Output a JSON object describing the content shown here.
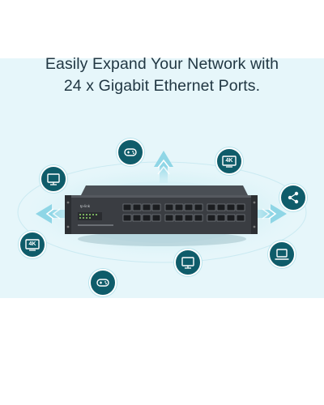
{
  "headline": {
    "line1": "Easily Expand Your Network with",
    "line2": "24 x Gigabit Ethernet Ports."
  },
  "switch_label": "tp-link",
  "device_icons": [
    {
      "name": "gamepad-icon"
    },
    {
      "name": "monitor-icon"
    },
    {
      "name": "tv-4k-icon",
      "text": "4K"
    },
    {
      "name": "share-icon"
    },
    {
      "name": "tv-4k-icon",
      "text": "4K"
    },
    {
      "name": "laptop-icon"
    },
    {
      "name": "monitor-icon"
    },
    {
      "name": "gamepad-icon"
    }
  ],
  "colors": {
    "background": "#e6f6fa",
    "accent": "#0f5c6a",
    "arrow": "#9fdbe8",
    "headline": "#213743"
  }
}
